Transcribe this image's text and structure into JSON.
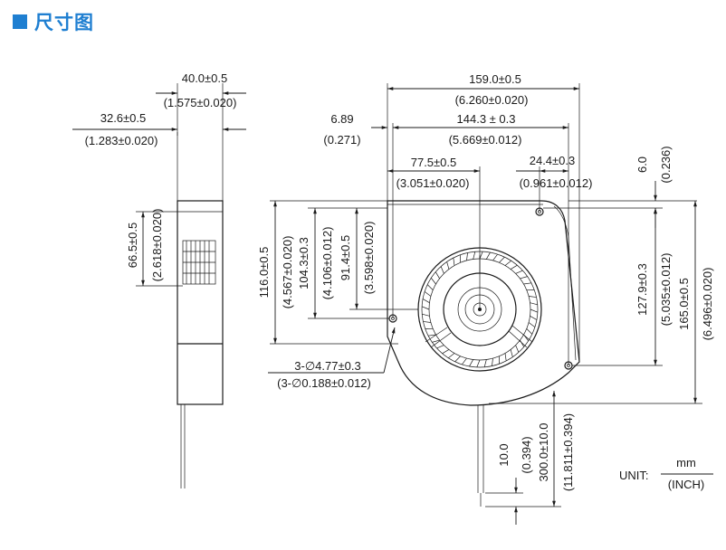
{
  "header": {
    "title": "尺寸图"
  },
  "side_view": {
    "width": "40.0±0.5",
    "width_inch": "(1.575±0.020)",
    "offset": "32.6±0.5",
    "offset_inch": "(1.283±0.020)",
    "inlet": "66.5±0.5",
    "inlet_inch": "(2.618±0.020)"
  },
  "front_view": {
    "overall_width": "159.0±0.5",
    "overall_width_inch": "(6.260±0.020)",
    "hole_span": "144.3 ± 0.3",
    "hole_span_inch": "(5.669±0.012)",
    "left_offset": "6.89",
    "left_offset_inch": "(0.271)",
    "center_x": "77.5±0.5",
    "center_x_inch": "(3.051±0.020)",
    "hole_right": "24.4±0.3",
    "hole_right_inch": "(0.961±0.012)",
    "top_offset": "6.0",
    "top_offset_inch": "(0.236)",
    "height_116": "116.0±0.5",
    "height_116_inch": "(4.567±0.020)",
    "height_104": "104.3±0.3",
    "height_104_inch": "(4.106±0.012)",
    "height_91": "91.4±0.5",
    "height_91_inch": "(3.598±0.020)",
    "height_127": "127.9±0.3",
    "height_127_inch": "(5.035±0.012)",
    "overall_height": "165.0±0.5",
    "overall_height_inch": "(6.496±0.020)",
    "holes": "3-∅4.77±0.3",
    "holes_inch": "(3-∅0.188±0.012)",
    "lead_10": "10.0",
    "lead_10_inch": "(0.394)",
    "lead_300": "300.0±10.0",
    "lead_300_inch": "(11.811±0.394)"
  },
  "unit": {
    "label": "UNIT:",
    "numerator": "mm",
    "denominator": "(INCH)"
  }
}
